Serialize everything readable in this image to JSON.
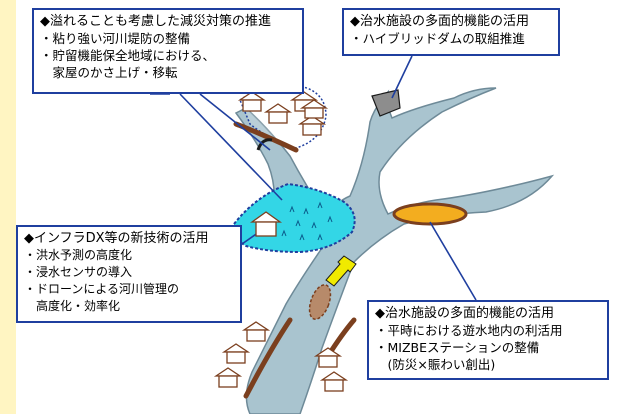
{
  "colors": {
    "river": "#a9c4cf",
    "river_outline": "#6e8a98",
    "levee": "#7b3f1e",
    "retention_area": "#33d6e6",
    "retention_border": "#1f3f9f",
    "basin": "#f3ad1f",
    "box_border": "#1f3f9f",
    "leader_line": "#1f3f9f",
    "arrow_fill": "#f0ea00",
    "left_strip": "#fff5c2"
  },
  "icons": [
    "house-icon",
    "dam-icon",
    "arrow-icon",
    "basin-icon"
  ],
  "boxes": [
    {
      "heading": "◆溢れることも考慮した減災対策の推進",
      "items": [
        "・粘り強い河川堤防の整備",
        "・貯留機能保全地域における、",
        "　家屋のかさ上げ・移転"
      ]
    },
    {
      "heading": "◆治水施設の多面的機能の活用",
      "items": [
        "・ハイブリッドダムの取組推進"
      ]
    },
    {
      "heading": "◆インフラDX等の新技術の活用",
      "items": [
        "・洪水予測の高度化",
        "・浸水センサの導入",
        "・ドローンによる河川管理の",
        "　高度化・効率化"
      ]
    },
    {
      "heading": "◆治水施設の多面的機能の活用",
      "items": [
        "・平時における遊水地内の利活用",
        "・MIZBEステーションの整備",
        "　(防災×賑わい創出)"
      ]
    }
  ]
}
